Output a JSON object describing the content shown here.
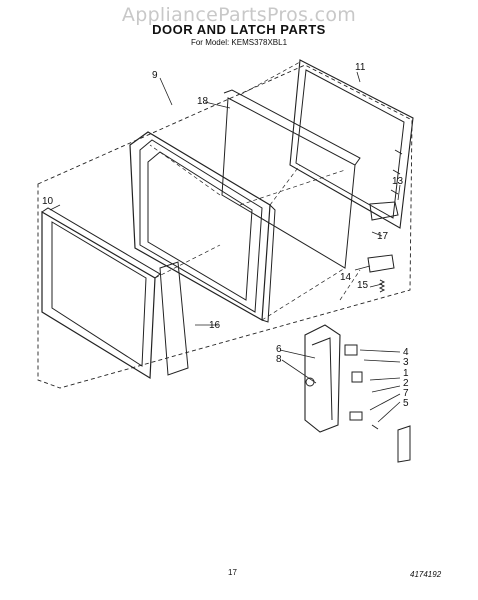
{
  "watermark": "AppliancePartsPros.com",
  "header": {
    "title": "DOOR AND LATCH PARTS",
    "model": "For Model: KEMS378XBL1"
  },
  "footer": {
    "page_number": "17",
    "drawing_code": "4174192"
  },
  "part_labels": {
    "p1": "1",
    "p2": "2",
    "p3": "3",
    "p4": "4",
    "p5": "5",
    "p6": "6",
    "p7": "7",
    "p8": "8",
    "p9": "9",
    "p10": "10",
    "p11": "11",
    "p13": "13",
    "p14": "14",
    "p15": "15",
    "p16": "16",
    "p17": "17",
    "p18": "18"
  }
}
